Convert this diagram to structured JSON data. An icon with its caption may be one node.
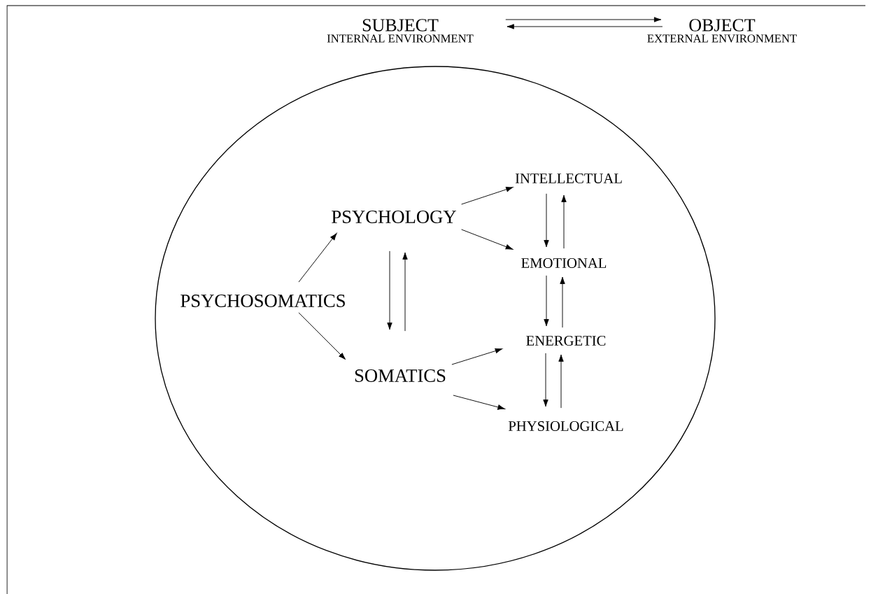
{
  "diagram": {
    "nodes": [
      {
        "text": [
          "SUBJECT",
          "INTERNAL ENVIRONMENT"
        ]
      },
      {
        "text": [
          "OBJECT",
          "EXTERNAL ENVIRONMENT"
        ]
      },
      {
        "text": [],
        "shape": "circle"
      },
      {
        "text": [
          "PSYCHOSOMATICS"
        ],
        "in": 2
      },
      {
        "text": [
          "PSYCHOLOGY"
        ],
        "in": 2
      },
      {
        "text": [
          "SOMATICS"
        ],
        "in": 2
      },
      {
        "text": [
          "INTELLECTUAL"
        ],
        "in": 2
      },
      {
        "text": [
          "EMOTIONAL"
        ],
        "in": 2
      },
      {
        "text": [
          "ENERGETIC"
        ],
        "in": 2
      },
      {
        "text": [
          "PHYSIOLOGICAL"
        ],
        "in": 2
      }
    ],
    "edges": [
      {
        "from": 0,
        "to": 1,
        "arrow": "to"
      },
      {
        "from": 1,
        "to": 0,
        "arrow": "to"
      },
      {
        "from": 3,
        "to": 4,
        "arrow": "to"
      },
      {
        "from": 3,
        "to": 5,
        "arrow": "to"
      },
      {
        "from": 4,
        "to": 5,
        "arrow": "to"
      },
      {
        "from": 5,
        "to": 4,
        "arrow": "to"
      },
      {
        "from": 4,
        "to": 6,
        "arrow": "to"
      },
      {
        "from": 4,
        "to": 7,
        "arrow": "to"
      },
      {
        "from": 5,
        "to": 8,
        "arrow": "to"
      },
      {
        "from": 5,
        "to": 9,
        "arrow": "to"
      },
      {
        "from": 6,
        "to": 7,
        "arrow": "to"
      },
      {
        "from": 7,
        "to": 6,
        "arrow": "to"
      },
      {
        "from": 7,
        "to": 8,
        "arrow": "to"
      },
      {
        "from": 8,
        "to": 7,
        "arrow": "to"
      },
      {
        "from": 8,
        "to": 9,
        "arrow": "to"
      },
      {
        "from": 9,
        "to": 8,
        "arrow": "to"
      }
    ]
  }
}
